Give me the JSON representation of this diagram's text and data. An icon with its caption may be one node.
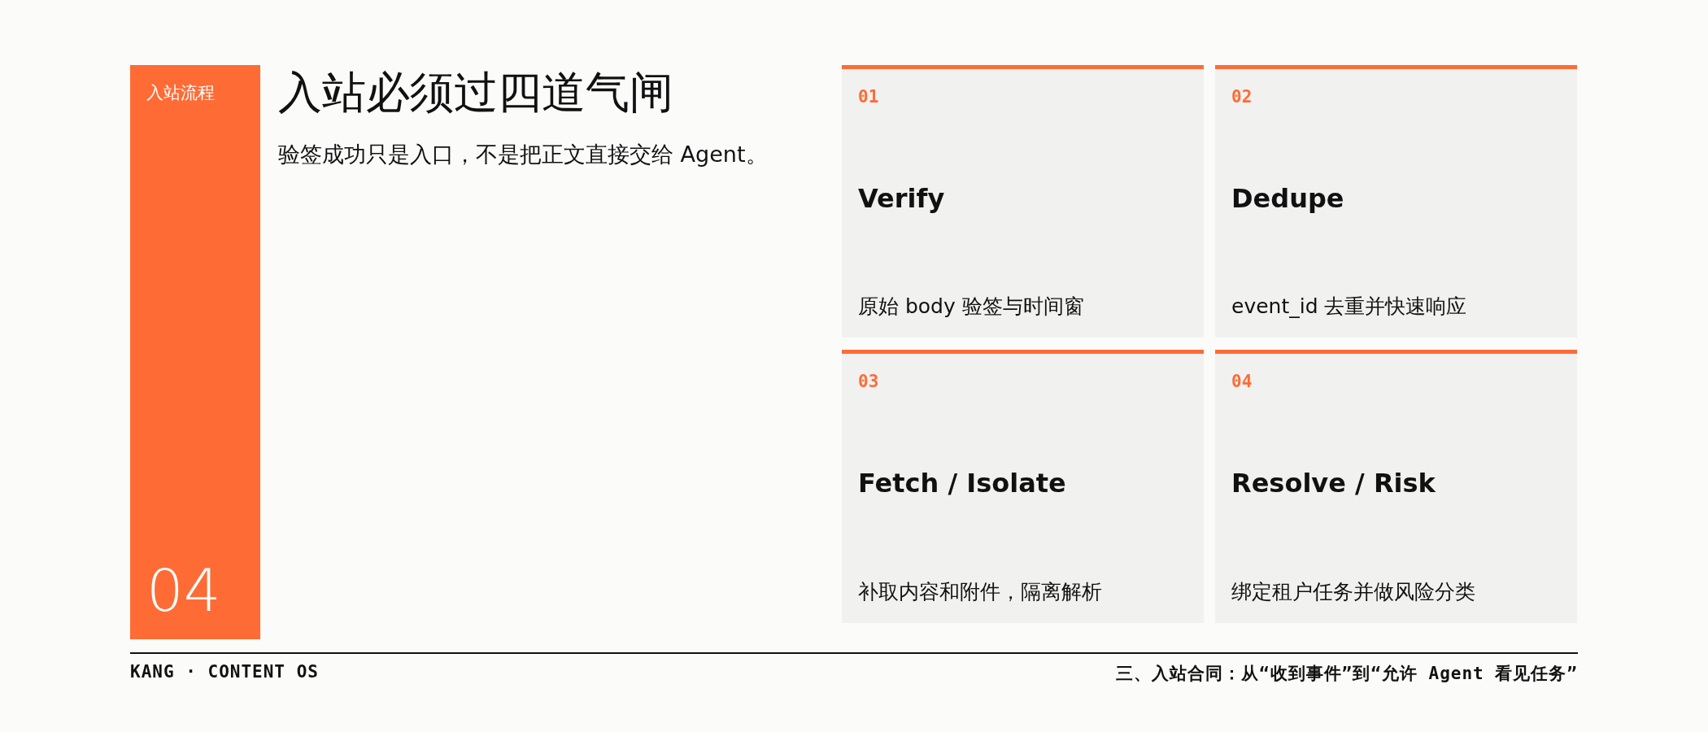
{
  "diagram": {
    "title": "入站必须过四道气闸",
    "nodes": [
      {
        "text": [
          "入站流程",
          "04"
        ]
      },
      {
        "text": [
          "01",
          "Verify",
          "原始 body 验签与时间窗"
        ]
      },
      {
        "text": [
          "02",
          "Dedupe",
          "event_id 去重并快速响应"
        ]
      },
      {
        "text": [
          "03",
          "Fetch / Isolate",
          "补取内容和附件，隔离解析"
        ]
      },
      {
        "text": [
          "04",
          "Resolve / Risk",
          "绑定租户任务并做风险分类"
        ]
      }
    ],
    "edges": [],
    "labels": [
      "验签成功只是入口，不是把正文直接交给 Agent。",
      "KANG · CONTENT OS",
      "三、入站合同：从“收到事件”到“允许 Agent 看见任务”"
    ]
  }
}
